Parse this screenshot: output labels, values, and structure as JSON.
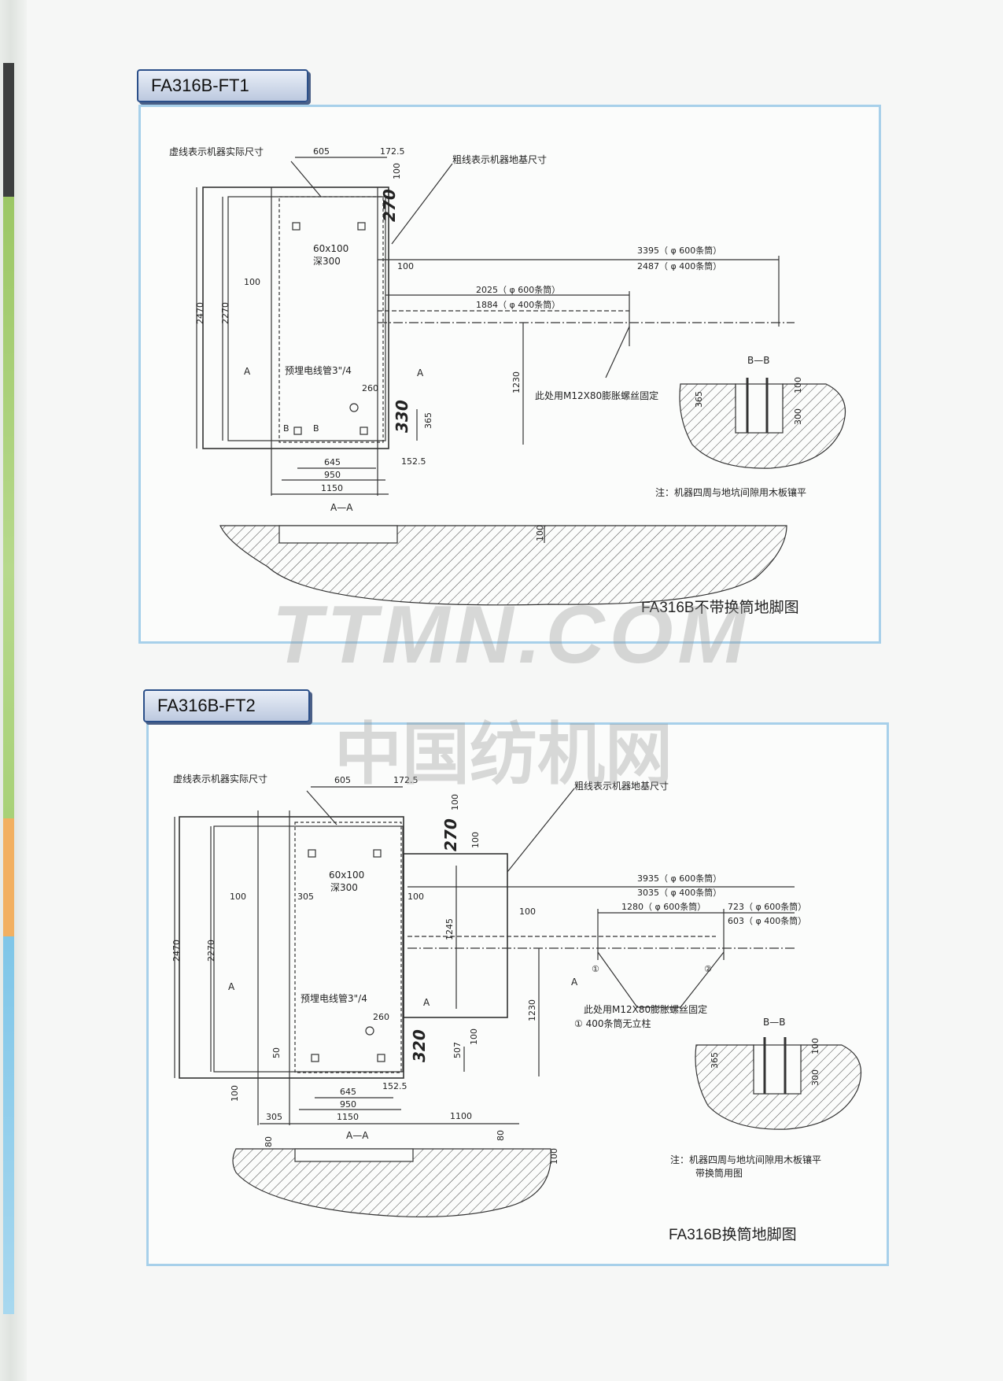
{
  "page": {
    "watermark_en": "TTMN.COM",
    "watermark_cn": "中国纺机网"
  },
  "ft1": {
    "tab": "FA316B-FT1",
    "caption": "FA316B不带换筒地脚图",
    "legend_dashed": "虚线表示机器实际尺寸",
    "legend_bold": "粗线表示机器地基尺寸",
    "dims": {
      "d605": "605",
      "d172": "172.5",
      "d100a": "100",
      "d270": "270",
      "d6010": "60x100",
      "deep": "深300",
      "d100b": "100",
      "d3395": "3395（ φ 600条筒）",
      "d2487": "2487（ φ 400条筒）",
      "d100c": "100",
      "d2025": "2025（ φ 600条筒）",
      "d1884": "1884（ φ 400条筒）",
      "d2470": "2470",
      "d2270": "2270",
      "d1230": "1230",
      "pipe": "预埋电线管3\"/4",
      "d260": "260",
      "d330": "330",
      "d365": "365",
      "d645": "645",
      "d152": "152.5",
      "d950": "950",
      "d1150": "1150",
      "bolt": "此处用M12X80膨胀螺丝固定",
      "secA": "A",
      "secB": "B",
      "aa": "A—A",
      "bb": "B—B",
      "d365b": "365",
      "d100d": "100",
      "d300": "300",
      "d100e": "100",
      "note": "注：机器四周与地坑间隙用木板镶平"
    }
  },
  "ft2": {
    "tab": "FA316B-FT2",
    "caption": "FA316B换筒地脚图",
    "legend_dashed": "虚线表示机器实际尺寸",
    "legend_bold": "粗线表示机器地基尺寸",
    "dims": {
      "d605": "605",
      "d172": "172.5",
      "d100a": "100",
      "d270": "270",
      "d100f": "100",
      "d6010": "60x100",
      "deep": "深300",
      "d3935": "3935（ φ 600条筒）",
      "d3035": "3035（ φ 400条筒）",
      "d100g": "100",
      "d305a": "305",
      "d100h": "100",
      "d1280": "1280（ φ 600条筒）",
      "d723": "723（ φ 600条筒）",
      "d603": "603（ φ 400条筒）",
      "d100i": "100",
      "d1245": "1245",
      "d2470": "2470",
      "d2270": "2270",
      "d1230": "1230",
      "pipe": "预埋电线管3\"/4",
      "d260": "260",
      "d320": "320",
      "d507": "507",
      "d100j": "100",
      "d50": "50",
      "d100k": "100",
      "d645": "645",
      "d152": "152.5",
      "d950": "950",
      "d305b": "305",
      "d1150": "1150",
      "d1100": "1100",
      "bolt": "此处用M12X80膨胀螺丝固定",
      "bolt2": "① 400条筒无立柱",
      "c1": "①",
      "c2": "②",
      "secA": "A",
      "aa": "A—A",
      "bb": "B—B",
      "d80a": "80",
      "d80b": "80",
      "d100l": "100",
      "d365b": "365",
      "d100m": "100",
      "d300": "300",
      "note1": "注：机器四周与地坑间隙用木板镶平",
      "note2": "带换筒用图"
    }
  }
}
